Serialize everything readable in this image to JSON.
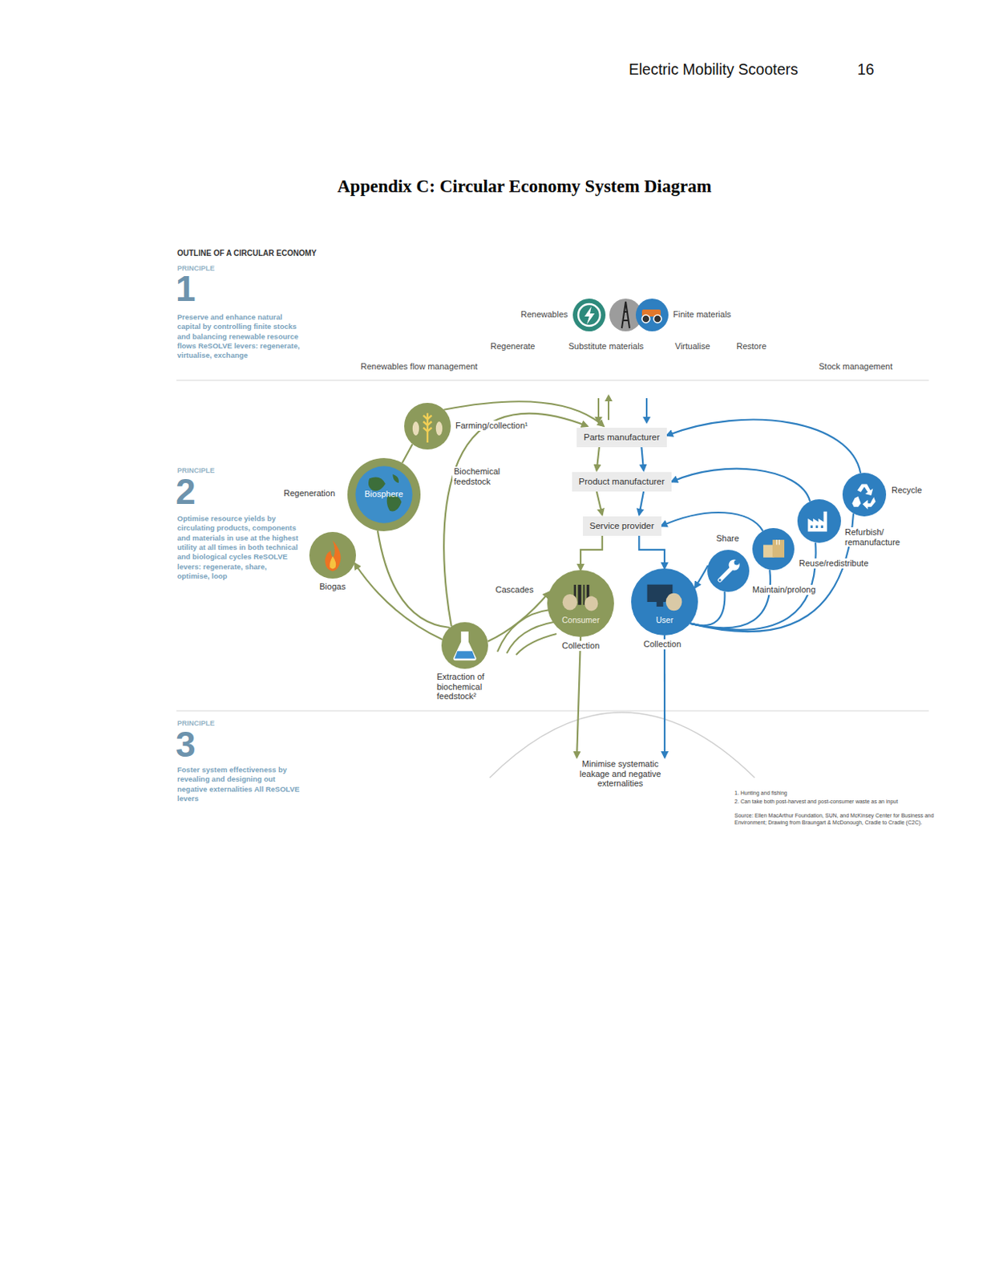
{
  "diagram": {
    "title": "Appendix C: Circular Economy System Diagram",
    "nodes": [
      {
        "text": [
          "Parts manufacturer"
        ]
      },
      {
        "text": [
          "Product manufacturer"
        ]
      },
      {
        "text": [
          "Service provider"
        ]
      },
      {
        "text": [
          "Farming/collection¹"
        ]
      },
      {
        "text": [
          "Biosphere"
        ]
      },
      {
        "text": [
          "Biogas"
        ]
      },
      {
        "text": [
          "Extraction of biochemical feedstock²"
        ]
      },
      {
        "text": [
          "Consumer",
          "Collection"
        ]
      },
      {
        "text": [
          "User",
          "Collection"
        ]
      },
      {
        "text": [
          "Maintain/prolong"
        ]
      },
      {
        "text": [
          "Reuse/redistribute"
        ]
      },
      {
        "text": [
          "Refurbish/ remanufacture"
        ]
      },
      {
        "text": [
          "Recycle"
        ]
      },
      {
        "text": [
          "Minimise systematic leakage and negative externalities"
        ]
      }
    ],
    "edges": [
      {
        "from": 0,
        "to": 1,
        "arrow": "to"
      },
      {
        "from": 0,
        "to": 1,
        "arrow": "to"
      },
      {
        "from": 1,
        "to": 2,
        "arrow": "to"
      },
      {
        "from": 1,
        "to": 2,
        "arrow": "to"
      },
      {
        "from": 2,
        "to": 7,
        "arrow": "to"
      },
      {
        "from": 2,
        "to": 8,
        "arrow": "to"
      },
      {
        "from": 3,
        "to": 0,
        "arrow": "to"
      },
      {
        "from": 4,
        "to": 3,
        "arrow": "none"
      },
      {
        "from": 6,
        "to": 0,
        "label": "Biochemical feedstock",
        "arrow": "to"
      },
      {
        "from": 6,
        "to": 5,
        "arrow": "to"
      },
      {
        "from": 4,
        "to": 6,
        "arrow": "none"
      },
      {
        "from": 6,
        "to": 7,
        "label": "Cascades",
        "arrow": "to"
      },
      {
        "from": 12,
        "to": 0,
        "arrow": "to"
      },
      {
        "from": 11,
        "to": 1,
        "arrow": "to"
      },
      {
        "from": 10,
        "to": 2,
        "arrow": "to"
      },
      {
        "from": 9,
        "to": 8,
        "arrow": "to"
      },
      {
        "from": 8,
        "to": 9,
        "arrow": "none"
      },
      {
        "from": 8,
        "to": 10,
        "arrow": "none"
      },
      {
        "from": 8,
        "to": 11,
        "arrow": "none"
      },
      {
        "from": 8,
        "to": 12,
        "arrow": "none"
      },
      {
        "from": 7,
        "to": 13,
        "arrow": "to"
      },
      {
        "from": 8,
        "to": 13,
        "arrow": "to"
      }
    ],
    "labels": [
      "Electric Mobility Scooters",
      "16",
      "OUTLINE OF A CIRCULAR ECONOMY",
      "PRINCIPLE",
      "1",
      "Preserve and enhance natural capital by controlling finite stocks and balancing renewable resource flows ReSOLVE levers: regenerate, virtualise, exchange",
      "Renewables",
      "Finite materials",
      "Regenerate",
      "Substitute materials",
      "Virtualise",
      "Restore",
      "Renewables flow management",
      "Stock management",
      "PRINCIPLE",
      "2",
      "Optimise resource yields by circulating products, components and materials in use at the highest utility at all times in both technical and biological cycles ReSOLVE levers: regenerate, share, optimise, loop",
      "Regeneration",
      "Share",
      "PRINCIPLE",
      "3",
      "Foster system effectiveness by revealing and designing out negative externalities All ReSOLVE levers",
      "1. Hunting and fishing",
      "2. Can take both post-harvest and post-consumer waste as an input",
      "Source: Ellen MacArthur Foundation, SUN, and McKinsey Center for Business and Environment; Drawing from Braungart & McDonough, Cradle to Cradle (C2C)."
    ]
  }
}
